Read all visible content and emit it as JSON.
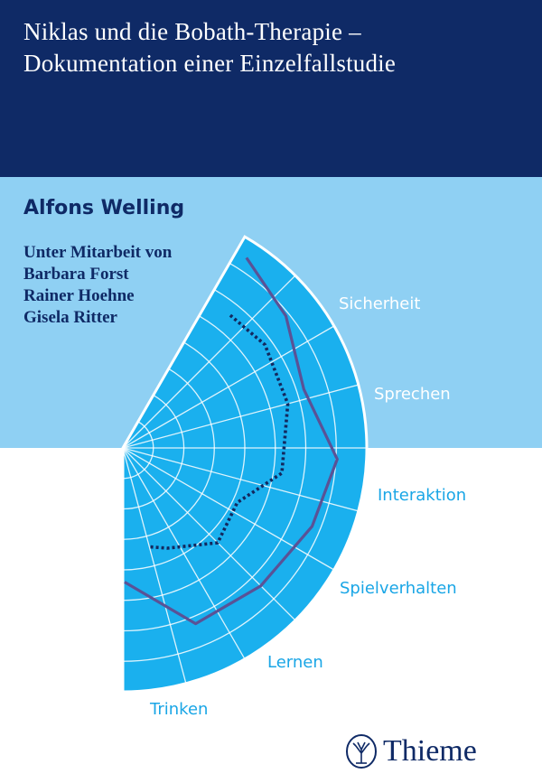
{
  "book": {
    "title_line1": "Niklas und die Bobath-Therapie –",
    "title_line2": "Dokumentation einer Einzelfallstudie",
    "author": "Alfons Welling",
    "collab_heading": "Unter Mitarbeit von",
    "contributors": [
      "Barbara Forst",
      "Rainer Hoehne",
      "Gisela Ritter"
    ]
  },
  "diagram": {
    "categories": [
      "Sicherheit",
      "Sprechen",
      "Interaktion",
      "Spielverhalten",
      "Lernen",
      "Trinken"
    ]
  },
  "publisher": {
    "name": "Thieme",
    "logo_icon": "tree-seal-icon"
  },
  "colors": {
    "navy": "#0f2a66",
    "light_blue": "#8fd0f3",
    "sector_blue": "#1ab0ee",
    "label_blue": "#1aa6e6",
    "line_purple": "#5a5296",
    "dotted_navy": "#13285e"
  }
}
